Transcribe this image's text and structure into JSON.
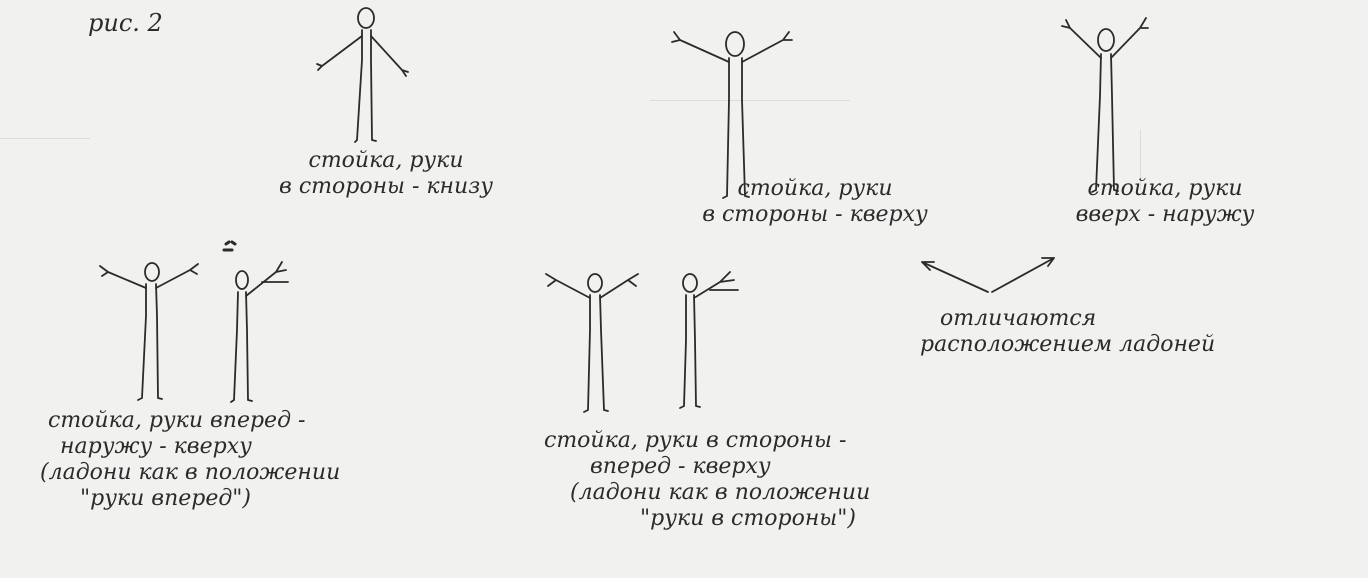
{
  "figure_label": "рис. 2",
  "poses": [
    {
      "id": "pose-1",
      "line1": "стойка, руки",
      "line2": "в стороны - книзу"
    },
    {
      "id": "pose-2",
      "line1": "стойка, руки",
      "line2": "в стороны - кверху"
    },
    {
      "id": "pose-3",
      "line1": "стойка, руки",
      "line2": "вверх - наружу"
    },
    {
      "id": "pose-4",
      "line1": "стойка, руки вперед -",
      "line2": "наружу - кверху",
      "line3": "(ладони как в положении",
      "line4": "\"руки вперед\")"
    },
    {
      "id": "pose-5",
      "line1": "стойка, руки в стороны -",
      "line2": "вперед - кверху",
      "line3": "(ладони как в положении",
      "line4": "\"руки в стороны\")"
    }
  ],
  "note": {
    "line1": "отличаются",
    "line2": "расположением ладоней"
  },
  "colors": {
    "paper": "#f1f1f0",
    "ink": "#2b2b2b",
    "bleed": "#d6d6d4"
  }
}
